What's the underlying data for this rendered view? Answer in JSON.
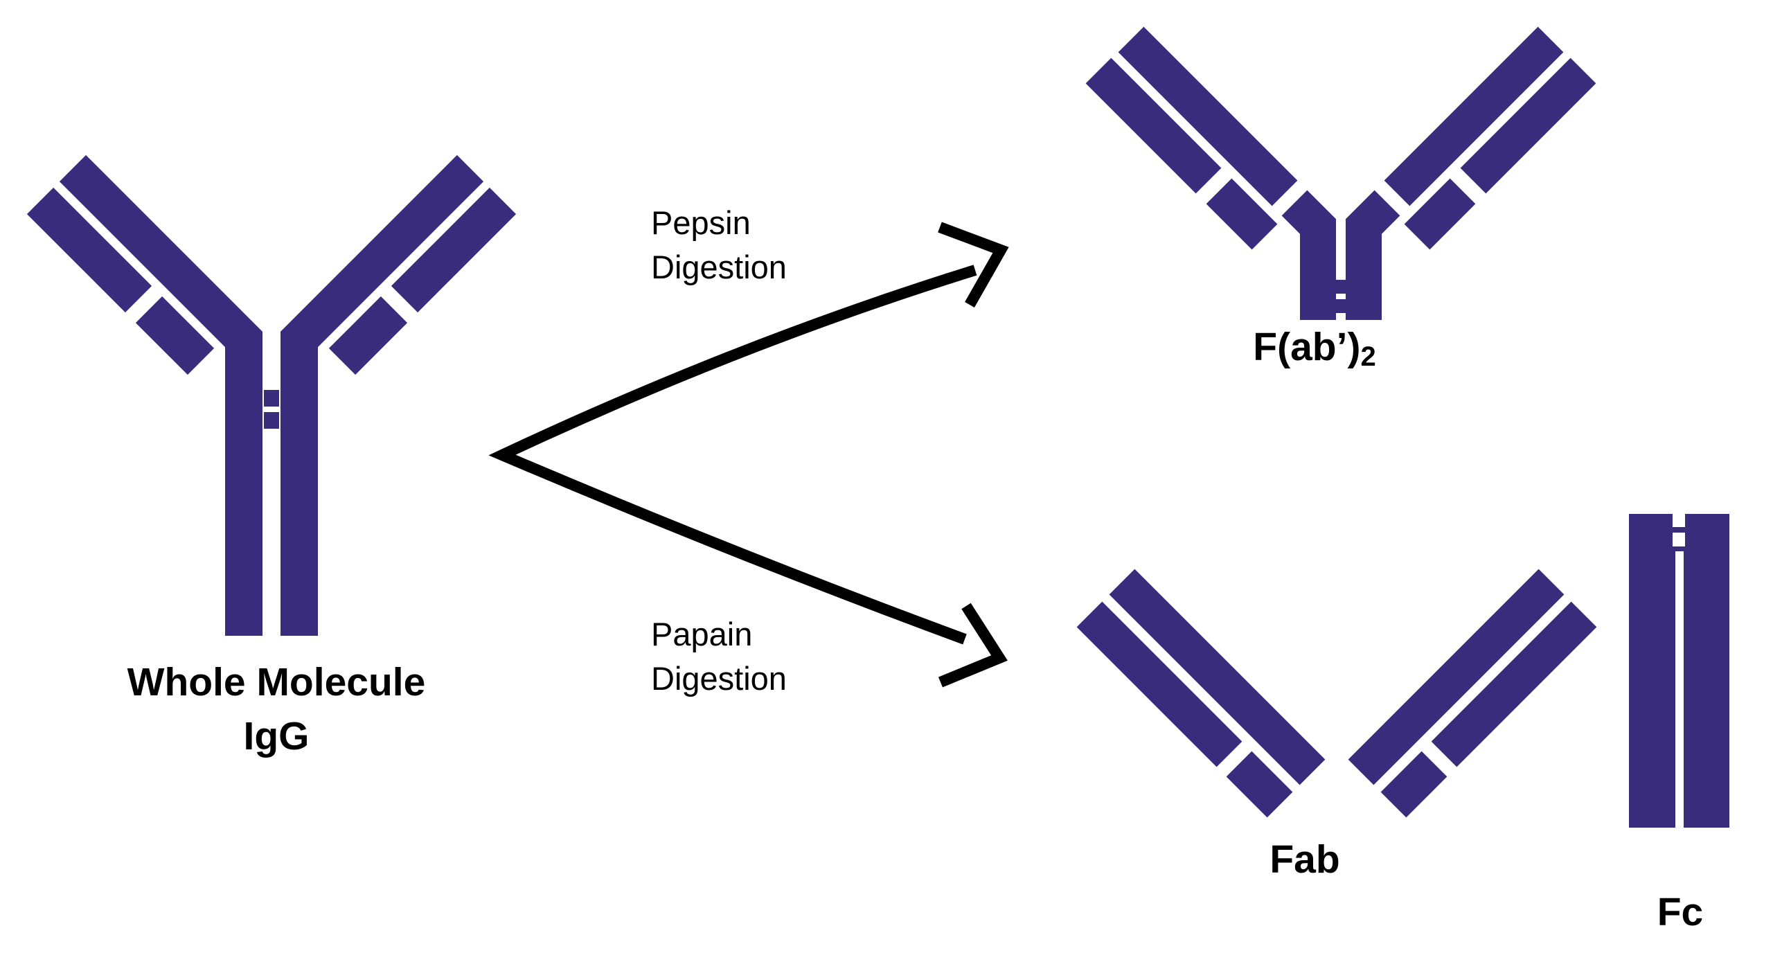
{
  "colors": {
    "antibody": "#3a2c7c",
    "arrow": "#000000",
    "text": "#000000",
    "background": "#ffffff"
  },
  "molecules": {
    "whole": {
      "label_line1": "Whole Molecule",
      "label_line2": "IgG"
    },
    "fab2": {
      "label": "F(ab’)",
      "subscript": "2"
    },
    "fab": {
      "label": "Fab"
    },
    "fc": {
      "label": "Fc"
    }
  },
  "processes": {
    "pepsin": {
      "line1": "Pepsin",
      "line2": "Digestion"
    },
    "papain": {
      "line1": "Papain",
      "line2": "Digestion"
    }
  }
}
